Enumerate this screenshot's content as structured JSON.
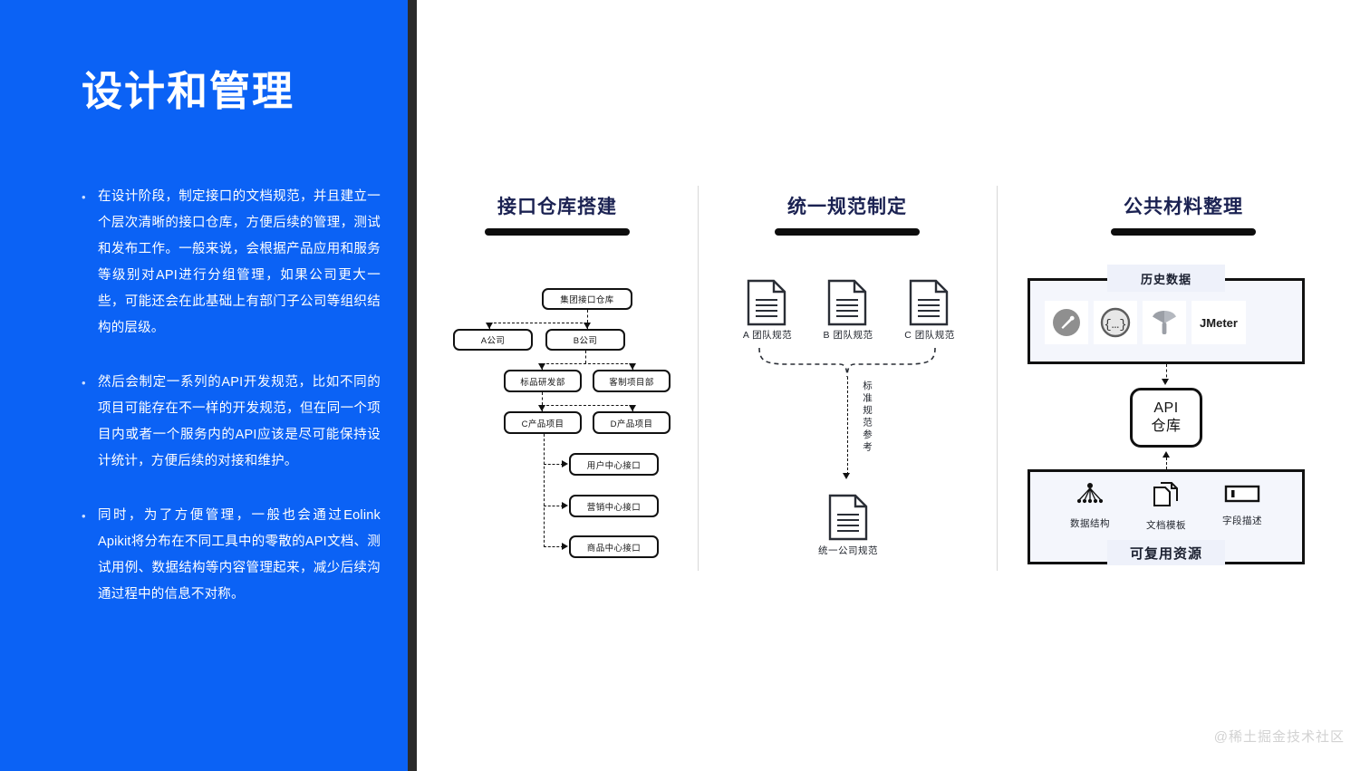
{
  "slide": {
    "title": "设计和管理",
    "accent_blue": "#0b62f5",
    "heading_navy": "#1b2252",
    "watermark": "@稀土掘金技术社区"
  },
  "bullets": [
    {
      "marker": "•",
      "text": "在设计阶段，制定接口的文档规范，并且建立一个层次清晰的接口仓库，方便后续的管理，测试和发布工作。一般来说，会根据产品应用和服务等级别对API进行分组管理，如果公司更大一些，可能还会在此基础上有部门子公司等组织结构的层级。"
    },
    {
      "marker": "•",
      "text": "然后会制定一系列的API开发规范，比如不同的项目可能存在不一样的开发规范，但在同一个项目内或者一个服务内的API应该是尽可能保持设计统计，方便后续的对接和维护。"
    },
    {
      "marker": "•",
      "text": "同时，为了方便管理，一般也会通过Eolink Apikit将分布在不同工具中的零散的API文档、测试用例、数据结构等内容管理起来，减少后续沟通过程中的信息不对称。"
    }
  ],
  "columns": {
    "repo": {
      "title": "接口仓库搭建",
      "nodes": {
        "root": "集团接口仓库",
        "company_a": "A公司",
        "company_b": "B公司",
        "dept_std": "标品研发部",
        "dept_custom": "客制项目部",
        "project_c": "C产品项目",
        "project_d": "D产品项目",
        "api_user": "用户中心接口",
        "api_marketing": "营销中心接口",
        "api_goods": "商品中心接口"
      }
    },
    "spec": {
      "title": "统一规范制定",
      "team_docs": [
        {
          "label": "A 团队规范",
          "icon": "document-icon"
        },
        {
          "label": "B 团队规范",
          "icon": "document-icon"
        },
        {
          "label": "C 团队规范",
          "icon": "document-icon"
        }
      ],
      "flow_label": "标准规范参考",
      "result_doc": {
        "label": "统一公司规范",
        "icon": "document-icon"
      }
    },
    "materials": {
      "title": "公共材料整理",
      "history_label": "历史数据",
      "tools": [
        {
          "name": "postman-icon",
          "label": ""
        },
        {
          "name": "swagger-icon",
          "label": ""
        },
        {
          "name": "apifox-icon",
          "label": ""
        },
        {
          "name": "jmeter-icon",
          "label": "JMeter"
        }
      ],
      "api_repo": {
        "line1": "API",
        "line2": "仓库"
      },
      "resources_title": "可复用资源",
      "resources": [
        {
          "label": "数据结构",
          "icon": "tree-structure-icon"
        },
        {
          "label": "文档模板",
          "icon": "copy-documents-icon"
        },
        {
          "label": "字段描述",
          "icon": "input-field-icon"
        }
      ]
    }
  }
}
